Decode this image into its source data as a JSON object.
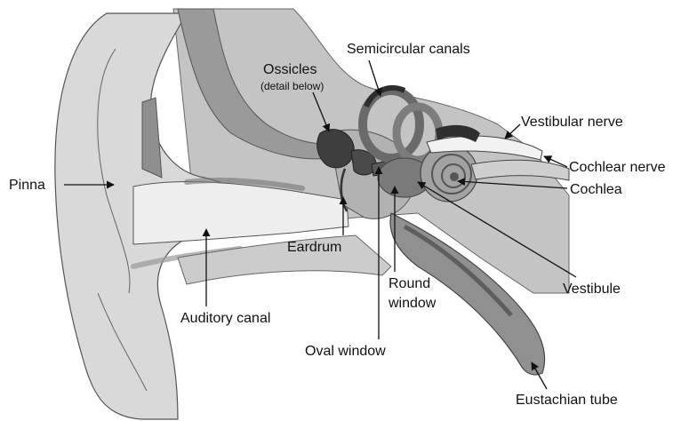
{
  "labels": {
    "ossicles": "Ossicles",
    "ossicles_detail": "(detail below)",
    "semicircular_canals": "Semicircular canals",
    "vestibular_nerve": "Vestibular nerve",
    "cochlear_nerve": "Cochlear nerve",
    "cochlea": "Cochlea",
    "pinna": "Pinna",
    "eardrum": "Eardrum",
    "auditory_canal": "Auditory canal",
    "round_window_line1": "Round",
    "round_window_line2": "window",
    "vestibule": "Vestibule",
    "oval_window": "Oval window",
    "eustachian_tube": "Eustachian tube"
  },
  "colors": {
    "skin_light": "#d6d6d6",
    "skin_mid": "#b8b8b8",
    "bone": "#a9a9a9",
    "inner": "#8e8e8e",
    "dark": "#3a3a3a",
    "outline": "#555555"
  }
}
